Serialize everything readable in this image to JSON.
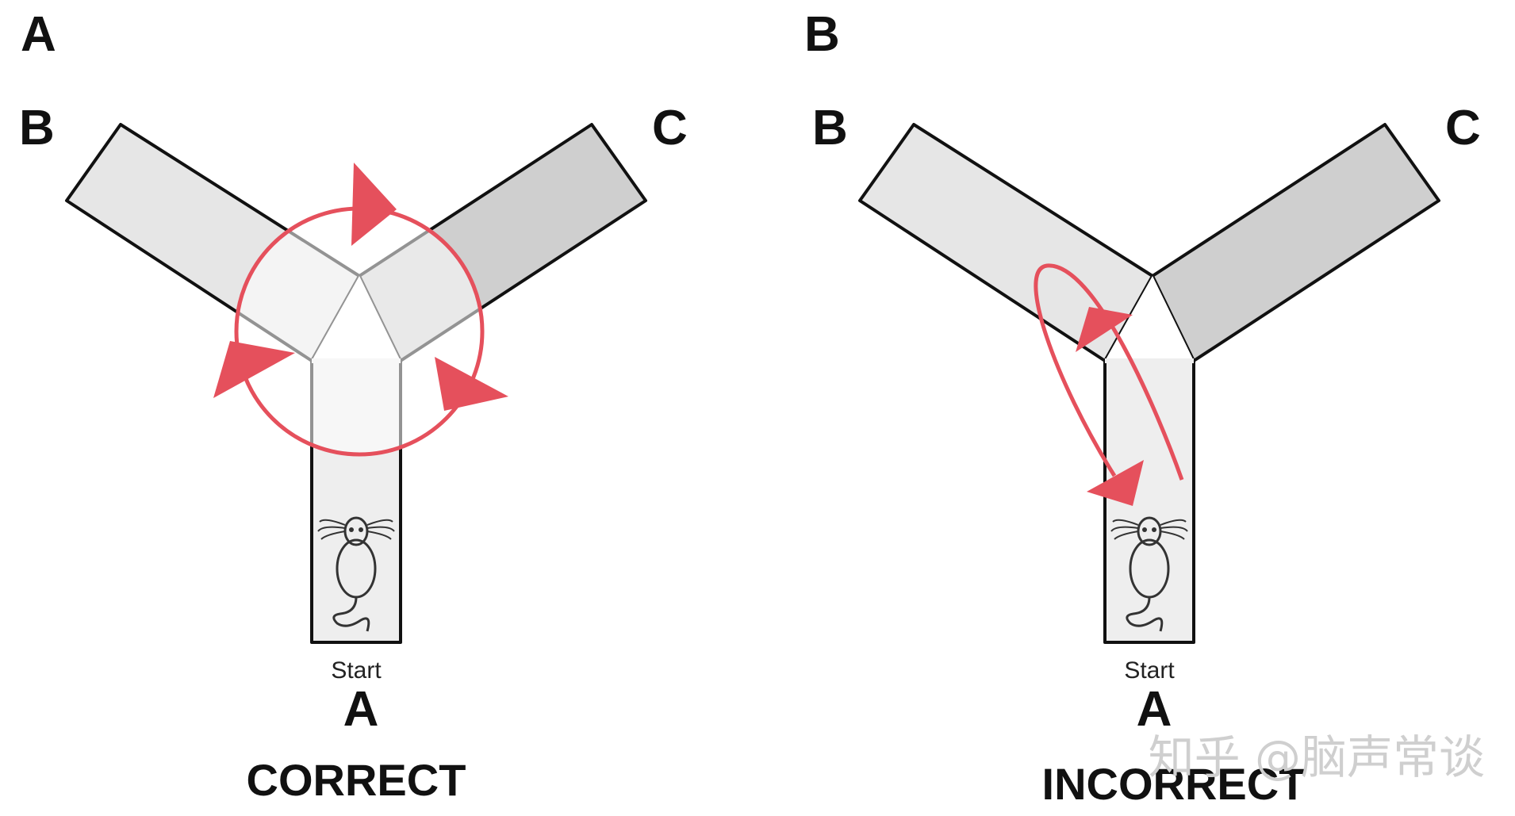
{
  "panels": [
    {
      "panel_letter": "A",
      "arm_left": "B",
      "arm_right": "C",
      "arm_bottom": "A",
      "start_label": "Start",
      "result_label": "CORRECT"
    },
    {
      "panel_letter": "B",
      "arm_left": "B",
      "arm_right": "C",
      "arm_bottom": "A",
      "start_label": "Start",
      "result_label": "INCORRECT"
    }
  ],
  "watermark": "知乎 @脑声常谈",
  "colors": {
    "arrow": "#e5505c",
    "arm_left_fill": "#e6e6e6",
    "arm_right_fill": "#cfcfcf",
    "arm_bottom_fill": "#eeeeee",
    "center_fill": "#ffffff",
    "outline": "#111111"
  }
}
